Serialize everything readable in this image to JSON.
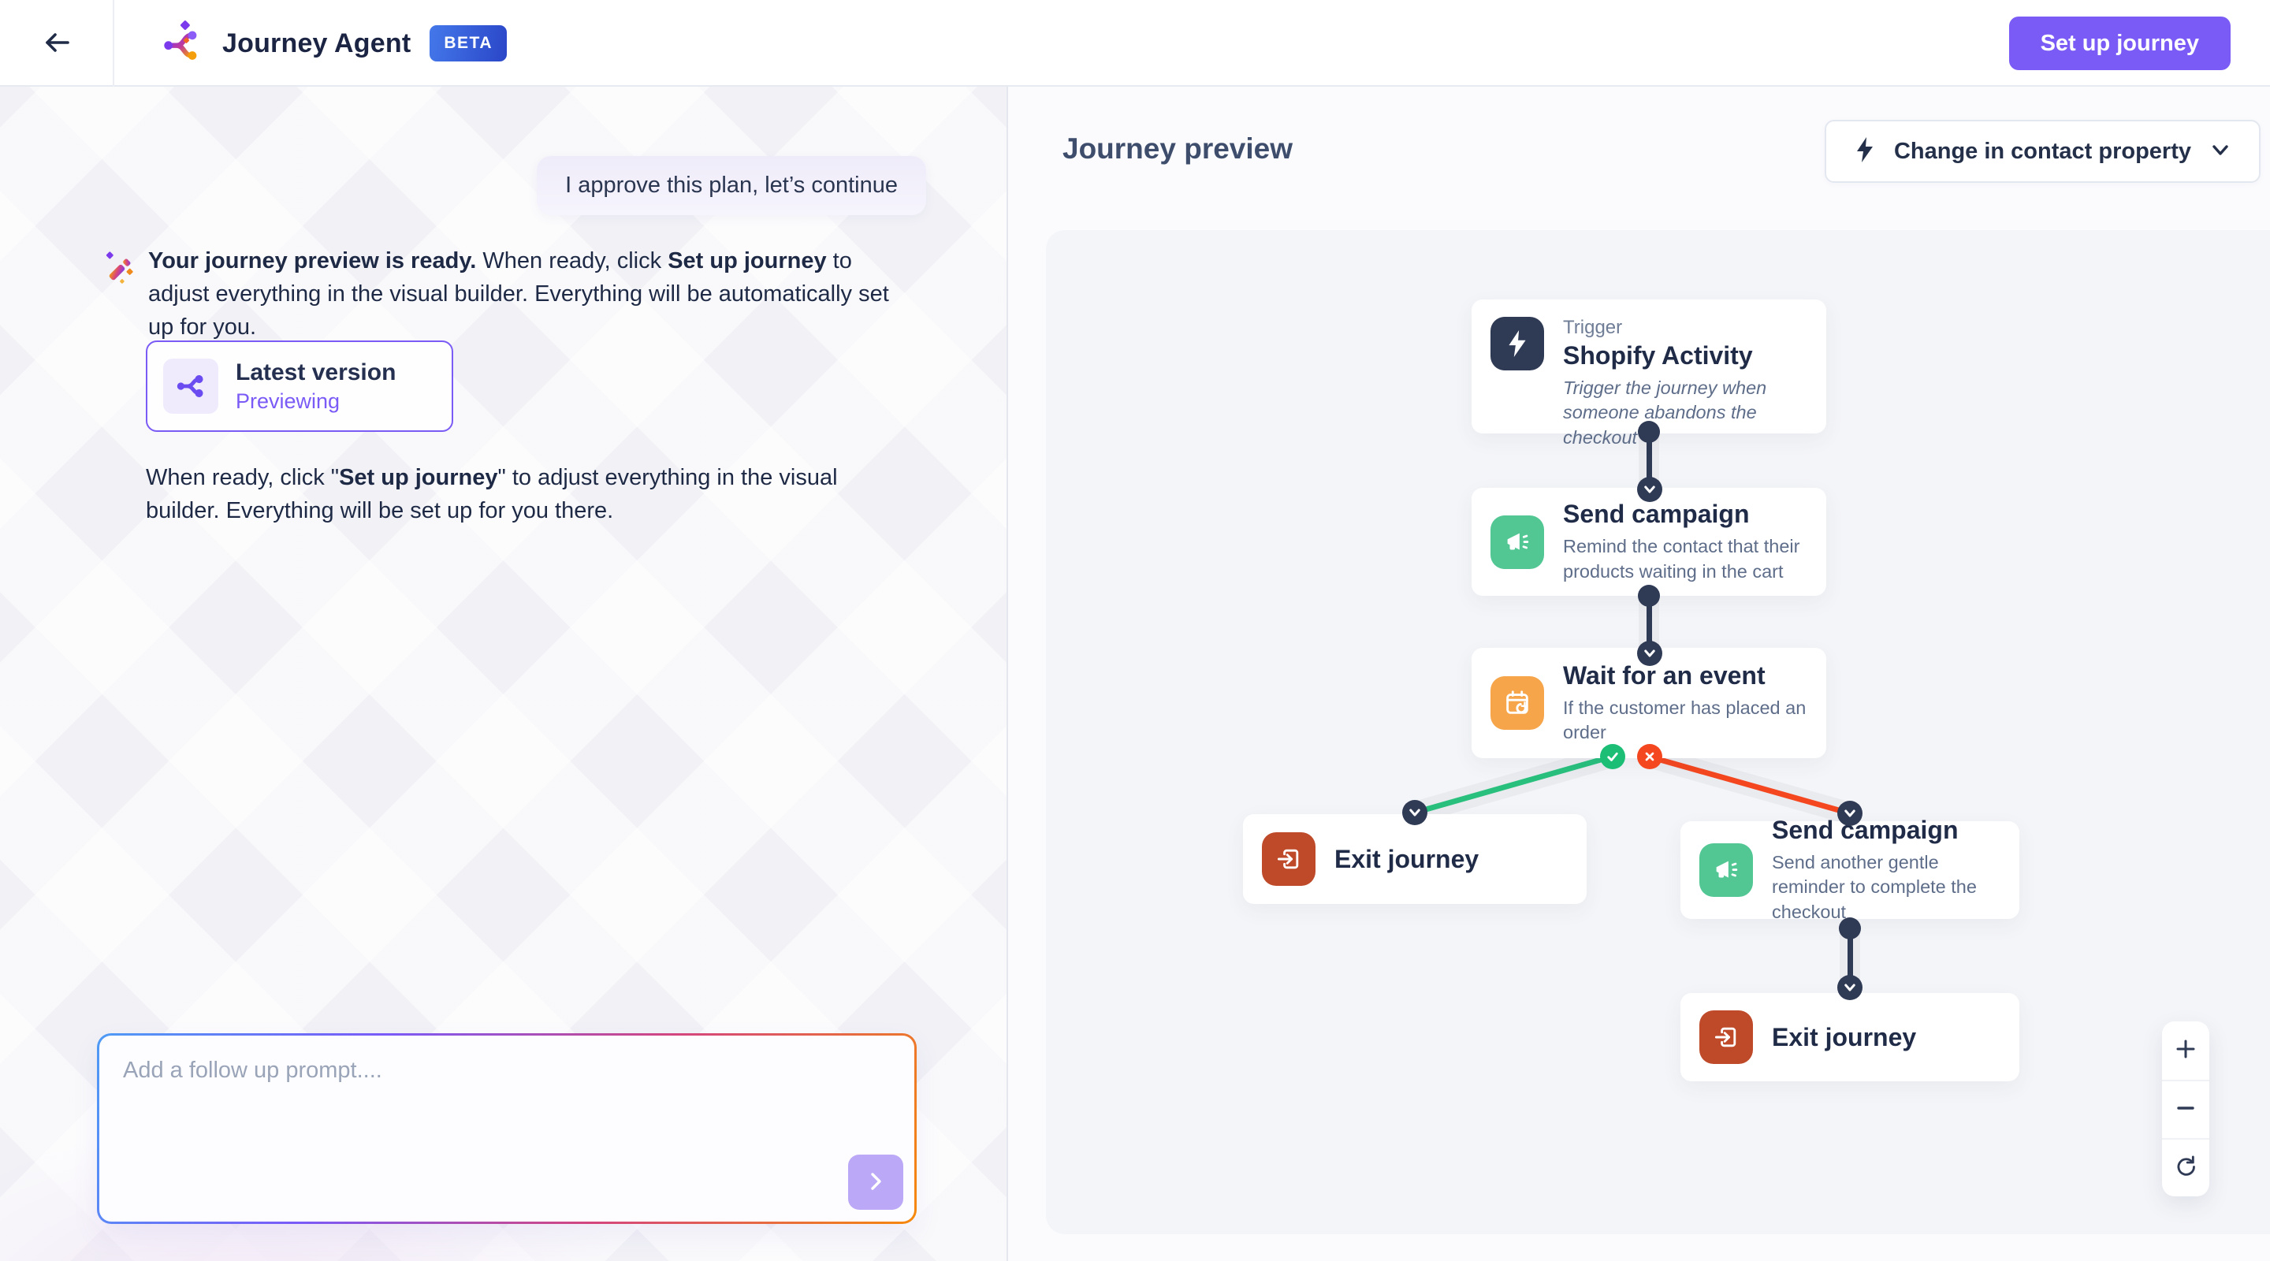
{
  "header": {
    "back_icon": "arrow-left",
    "app_title": "Journey Agent",
    "beta_badge": "BETA",
    "setup_button": "Set up journey"
  },
  "chat": {
    "user_message": "I approve this plan, let’s continue",
    "assistant_message": {
      "icon": "magic-wand",
      "bold1": "Your journey preview is ready.",
      "text1": " When ready, click ",
      "bold2": "Set up journey",
      "text2": " to adjust everything in the visual builder. Everything will be automatically set up for you."
    },
    "version_card": {
      "icon": "journey-branch",
      "title": "Latest version",
      "status": "Previewing"
    },
    "followup_note": {
      "text1": "When ready, click \"",
      "bold1": "Set up journey",
      "text2": "\" to adjust everything in the visual builder. Everything will be set up for you there."
    },
    "prompt_input": {
      "placeholder": "Add a follow up prompt....",
      "send_icon": "chevron-right"
    }
  },
  "preview": {
    "title": "Journey preview",
    "trigger_filter": {
      "icon": "lightning-bolt",
      "label": "Change in contact property",
      "chevron_icon": "chevron-down"
    },
    "flow": {
      "trigger": {
        "icon": "lightning-bolt",
        "kicker": "Trigger",
        "title": "Shopify Activity",
        "description": "Trigger the journey when someone abandons the checkout"
      },
      "send_campaign_1": {
        "icon": "megaphone",
        "title": "Send campaign",
        "description": "Remind the contact that their products waiting in the cart"
      },
      "wait_event": {
        "icon": "calendar-clock",
        "title": "Wait for an event",
        "description": "If the customer has placed an order"
      },
      "branch_yes_icon": "check",
      "branch_no_icon": "x-mark",
      "exit_left": {
        "icon": "exit",
        "title": "Exit journey"
      },
      "send_campaign_2": {
        "icon": "megaphone",
        "title": "Send campaign",
        "description": "Send another gentle reminder to complete the checkout"
      },
      "exit_bottom": {
        "icon": "exit",
        "title": "Exit journey"
      }
    },
    "zoom_controls": {
      "zoom_in_icon": "plus",
      "zoom_out_icon": "minus",
      "reset_icon": "refresh"
    }
  },
  "colors": {
    "primary_purple": "#7B5BF5",
    "send_button_purple": "#BBA9F7",
    "green_tile": "#52C794",
    "green_line": "#29C07D",
    "red_line": "#F5471F",
    "rust_tile": "#BF4A2A",
    "orange_tile": "#F6A54B",
    "navy": "#2F3A55",
    "beta_blue": "#2A46C8"
  }
}
